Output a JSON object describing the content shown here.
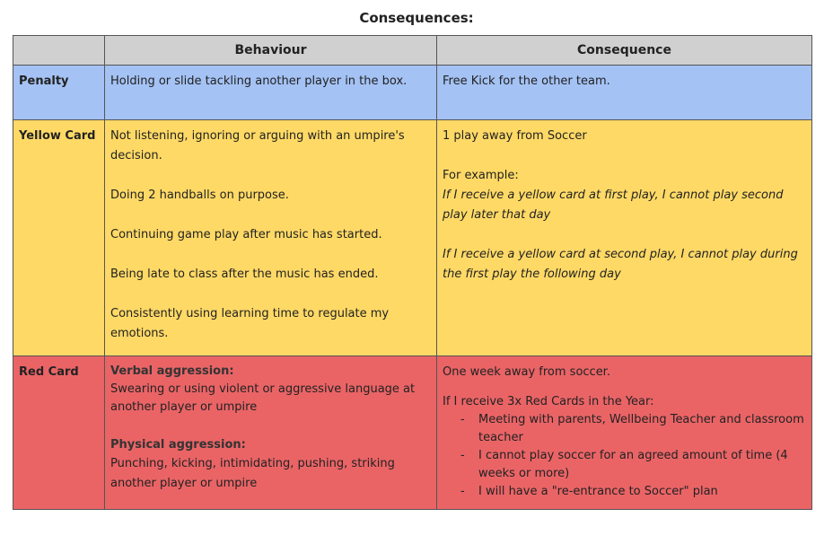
{
  "title": "Consequences:",
  "headers": [
    "",
    "Behaviour",
    "Consequence"
  ],
  "penalty": {
    "label": "Penalty",
    "behaviour": "Holding or slide tackling another player in the box.",
    "consequence": "Free Kick for the other team."
  },
  "yellow": {
    "label": "Yellow Card",
    "behaviours": [
      "Not listening, ignoring or arguing with an umpire's decision.",
      "Doing 2 handballs on purpose.",
      "Continuing game play after music has started.",
      "Being late to class after the music has ended.",
      "Consistently using learning time to regulate my emotions."
    ],
    "consequence_main": "1 play away from Soccer",
    "example_label": "For example:",
    "example_1": "If I receive a yellow card at first play, I cannot play second play later that day",
    "example_2": "If I receive a yellow card at second play, I cannot play during the first play the following day"
  },
  "red": {
    "label": "Red Card",
    "verbal_title": "Verbal aggression:",
    "verbal_text": "Swearing or using violent or aggressive language at another player or umpire",
    "physical_title": "Physical aggression:",
    "physical_text": "Punching, kicking, intimidating, pushing, striking another player or umpire",
    "consequence_main": "One week away from soccer.",
    "three_cards": "If I receive 3x Red Cards in the Year:",
    "dash": "-",
    "items": [
      "Meeting with parents, Wellbeing Teacher and classroom teacher",
      "I cannot play soccer for an agreed amount of time (4 weeks or more)",
      "I will have a \"re-entrance to Soccer\" plan"
    ]
  },
  "colors": {
    "header": "#d0d0d0",
    "penalty": "#a4c2f4",
    "yellow": "#ffd966",
    "red": "#ea6466"
  }
}
